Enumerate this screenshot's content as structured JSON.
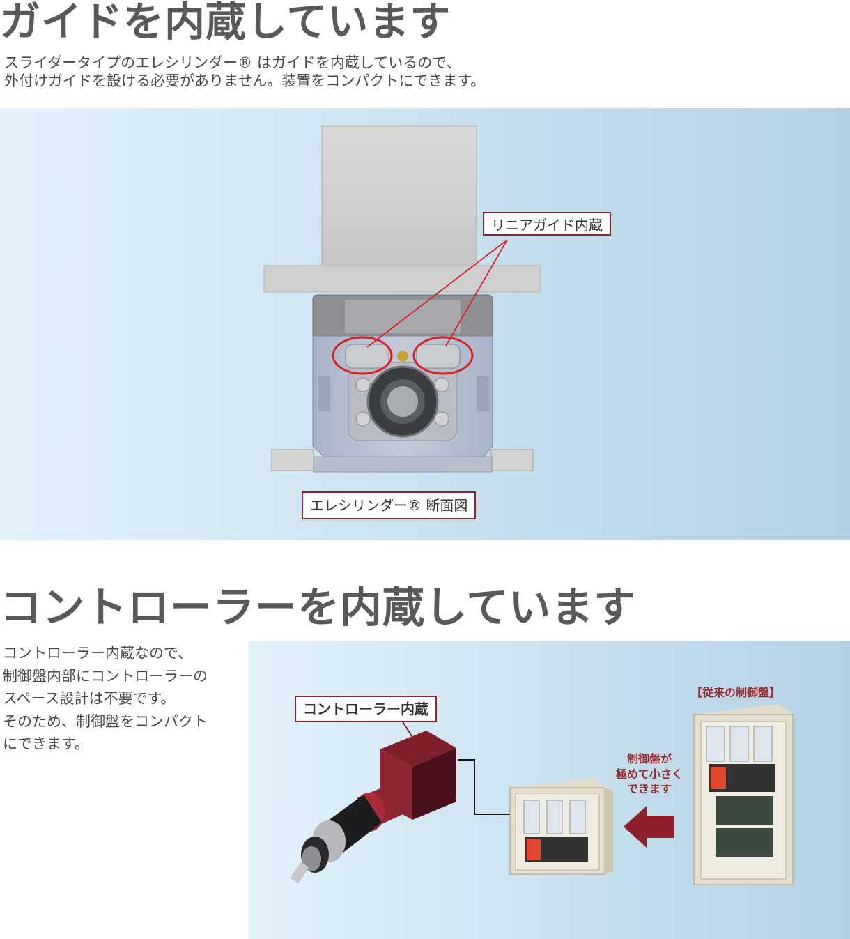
{
  "section_guide": {
    "title": "ガイドを内蔵しています",
    "desc_line1": "スライダータイプのエレシリンダー® はガイドを内蔵しているので、",
    "desc_line2": "外付けガイドを設ける必要がありません。装置をコンパクトにできます。",
    "label_linear_guide": "リニアガイド内蔵",
    "label_cross_section": "エレシリンダー® 断面図"
  },
  "section_controller": {
    "title": "コントローラーを内蔵しています",
    "desc_lines": [
      "コントローラー内蔵なので、",
      "制御盤内部にコントローラーの",
      "スペース設計は不要です。",
      "そのため、制御盤をコンパクト",
      "にできます。"
    ],
    "label_builtin": "コントローラー内蔵",
    "label_conventional": "【従来の制御盤】",
    "callout_lines": [
      "制御盤が",
      "極めて小さく",
      "できます"
    ]
  },
  "colors": {
    "accent_red": "#8b2630",
    "title_gray": "#595959"
  }
}
